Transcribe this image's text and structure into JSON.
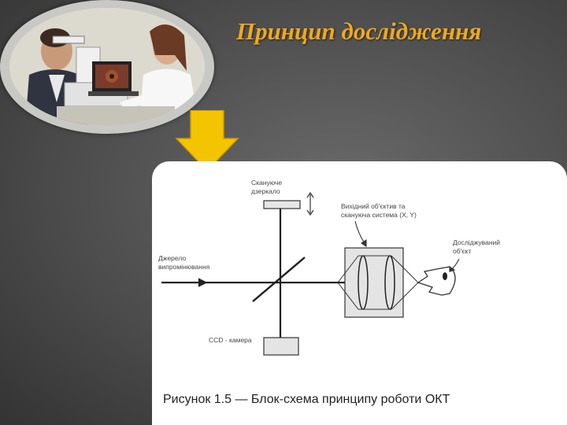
{
  "title": "Принцип дослідження",
  "labels": {
    "scanning_mirror": "Скануюче\nдзеркало",
    "output_lens": "Вихідний об'єктив та\nскануюча система (X, Y)",
    "source": "Джерело\nвипромінювання",
    "object": "Досліджуваний\nоб'єкт",
    "ccd": "CCD - камера"
  },
  "caption": "Рисунок 1.5 — Блок-схема принципу роботи ОКТ",
  "colors": {
    "title": "#f2a81d",
    "arrow": "#f5c400"
  },
  "photo_subject": "ophthalmologist-examining-patient-photo"
}
